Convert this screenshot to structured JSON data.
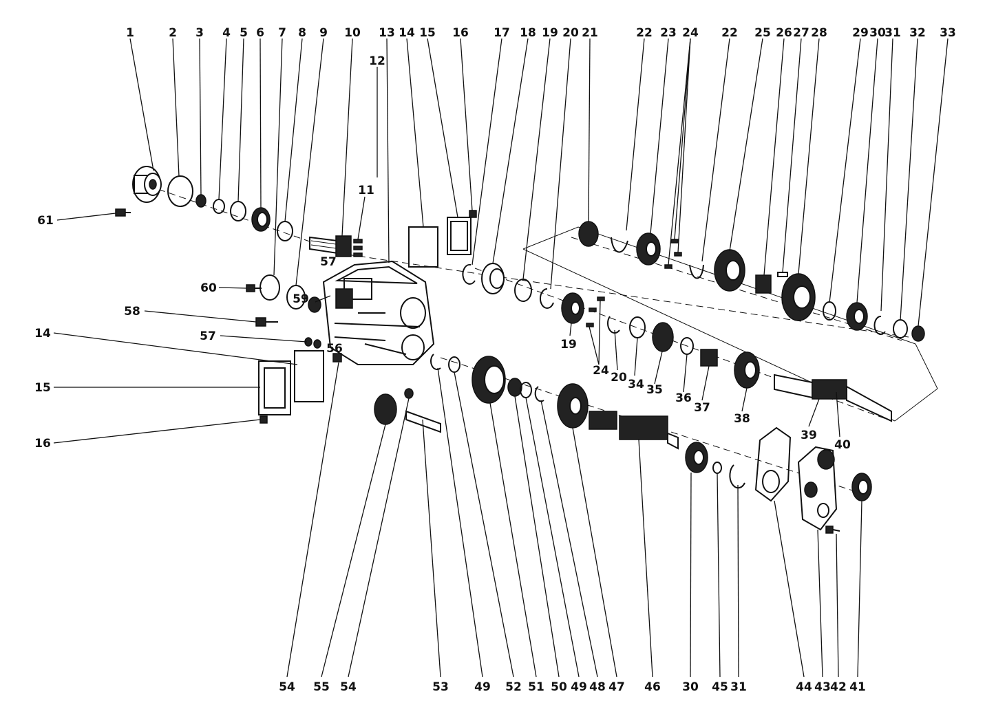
{
  "diagram": {
    "part_numbers": [
      "1",
      "2",
      "3",
      "4",
      "5",
      "6",
      "7",
      "8",
      "9",
      "10",
      "11",
      "12",
      "13",
      "14",
      "15",
      "16",
      "17",
      "18",
      "19",
      "20",
      "21",
      "22",
      "23",
      "24",
      "22",
      "25",
      "26",
      "27",
      "28",
      "29",
      "30",
      "31",
      "32",
      "33",
      "61",
      "57",
      "60",
      "59",
      "58",
      "57",
      "56",
      "14",
      "15",
      "16",
      "19",
      "24",
      "20",
      "34",
      "35",
      "36",
      "37",
      "38",
      "39",
      "40",
      "54",
      "55",
      "54",
      "53",
      "49",
      "52",
      "51",
      "50",
      "49",
      "48",
      "47",
      "46",
      "30",
      "45",
      "31",
      "44",
      "43",
      "42",
      "41"
    ]
  }
}
